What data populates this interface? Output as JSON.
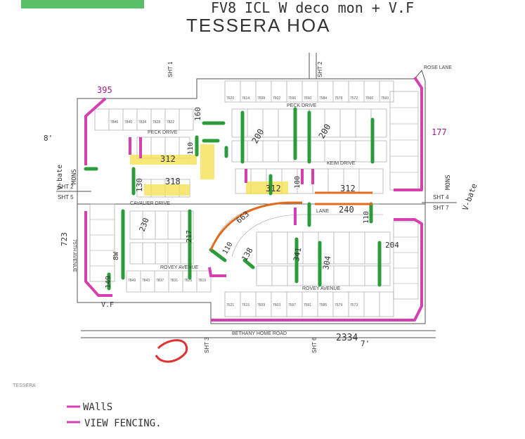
{
  "header": {
    "note_top": "FV8 ICL W deco mon + V.F",
    "title": "TESSERA HOA"
  },
  "map": {
    "streets": {
      "rose_lane": "ROSE LANE",
      "peck_drive_east": "PECK DRIVE",
      "peck_drive_west": "PECK DRIVE",
      "cavalier_drive": "CAVALIER DRIVE",
      "rovey_avenue_west": "ROVEY AVENUE",
      "rovey_avenue_east": "ROVEY AVENUE",
      "bethany_home_road": "BETHANY HOME ROAD",
      "keim_drive": "KEIM DRIVE",
      "lane_center": "LANE",
      "avenue_75th": "75TH AVENUE"
    },
    "sheets": {
      "sht2": "SHT 2",
      "sht5": "SHT 5",
      "sht4": "SHT 4",
      "sht7": "SHT 7",
      "sht3_bottom": "SHT 3",
      "sht6_bottom": "SHT 6",
      "sht_top1": "SHT 1",
      "sht_top2": "SHT 2"
    },
    "annotations": {
      "a395": "395",
      "a8": "8'",
      "a177": "177",
      "avbate_left": "V-bate",
      "amons_left": "MONS",
      "avbate_right": "V-bate",
      "amons_right": "MONS",
      "a723": "723",
      "a312_a": "312",
      "a318": "318",
      "a130": "130",
      "a230": "230",
      "a160": "160",
      "a110_a": "110",
      "a110_b": "110",
      "a200_a": "200",
      "a200_b": "200",
      "a312_b": "312",
      "a312_c": "312",
      "a100": "100",
      "a240": "240",
      "a110_c": "110",
      "a663": "663",
      "a138": "138",
      "a341": "341",
      "a304": "304",
      "a204": "204",
      "a217": "217",
      "a149": "149",
      "a8W": "8W",
      "a2334": "2334",
      "aVF": "V.F",
      "a7": "7'"
    },
    "lot_numbers_top": [
      "7620",
      "7614",
      "7608",
      "7602",
      "7596",
      "7590",
      "7584",
      "7578",
      "7572",
      "7566",
      "7560"
    ],
    "lot_numbers_row2": [
      "7846",
      "7840",
      "7834",
      "7828",
      "7822"
    ],
    "lot_numbers_bottom": [
      "7621",
      "7615",
      "7609",
      "7603",
      "7597",
      "7591",
      "7585",
      "7579",
      "7573"
    ],
    "lot_numbers_rovey_west": [
      "7849",
      "7843",
      "7837",
      "7831",
      "7825",
      "7819"
    ]
  },
  "legend": {
    "walls": "WAllS",
    "view_fencing": "VIEW FENCING."
  },
  "footer_stamp": "TESSERA",
  "colors": {
    "wall": "#d63fb0",
    "green": "#2a9d3a",
    "yellow": "#f5e04a",
    "orange": "#e36a1c",
    "ink": "#333333"
  }
}
